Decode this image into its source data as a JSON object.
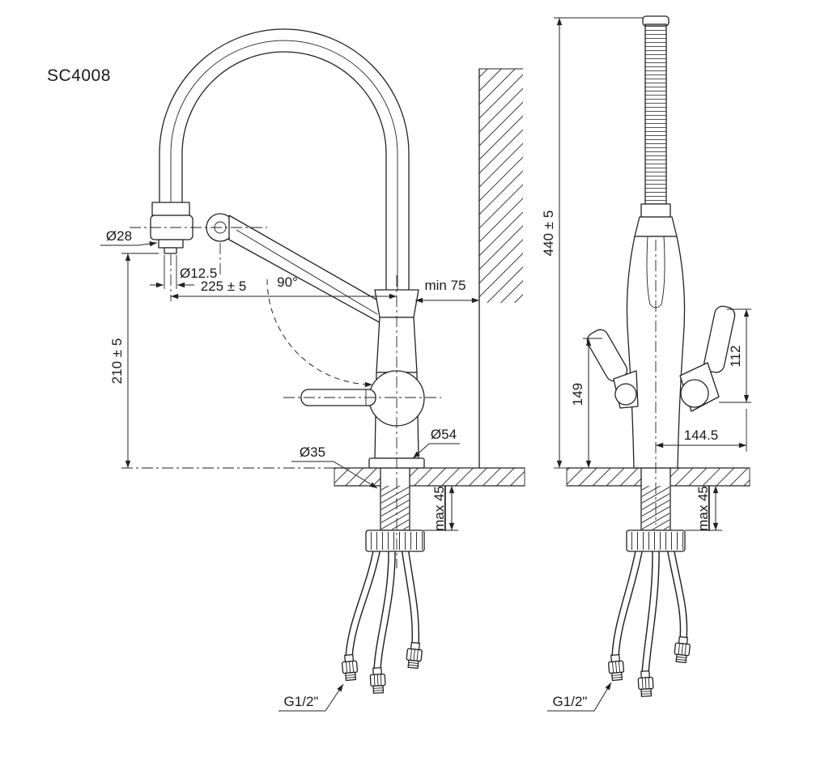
{
  "page": {
    "background": "#ffffff",
    "line_color": "#222222"
  },
  "drawing": {
    "model": "SC4008",
    "front_view": {
      "spray_diameter": "Ø28",
      "nozzle_diameter": "Ø12.5",
      "reach": "225 ± 5",
      "swivel_angle": "90°",
      "wall_clearance": "min 75",
      "spout_height": "210 ± 5",
      "shank_diameter": "Ø35",
      "base_diameter": "Ø54",
      "max_deck_thickness": "max 45",
      "thread": "G1/2\""
    },
    "side_view": {
      "total_height": "440 ± 5",
      "filter_handle_height": "149",
      "lever_height": "112",
      "handle_offset": "144.5",
      "max_deck_thickness": "max 45",
      "thread": "G1/2\""
    }
  }
}
